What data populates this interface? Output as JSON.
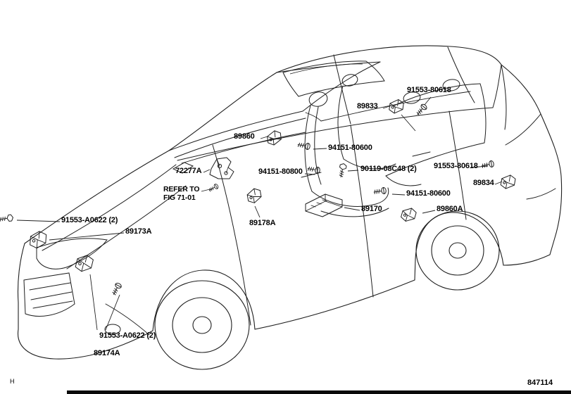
{
  "footer": {
    "doc_number": "847114",
    "sheet_mark": "H"
  },
  "note": {
    "line1": "REFER TO",
    "line2": "FIG 71-01"
  },
  "labels": {
    "bolt_91553_80618_top": "91553-80618",
    "sensor_89833": "89833",
    "sensor_89860": "89860",
    "screw_94151_80600_upper": "94151-80600",
    "bracket_72277A": "72277A",
    "screw_94151_80800": "94151-80800",
    "bolt_90119_08C48": "90119-08C48 (2)",
    "bolt_91553_80618_right": "91553-80618",
    "sensor_89834": "89834",
    "screw_94151_80600_lower": "94151-80600",
    "ecu_89170": "89170",
    "sensor_89860A": "89860A",
    "bolt_91553_A0622_left": "91553-A0622 (2)",
    "sensor_89173A": "89173A",
    "sensor_89178A": "89178A",
    "bolt_91553_A0622_bottom": "91553-A0622 (2)",
    "sensor_89174A": "89174A"
  },
  "icon_colors": {
    "line": "#1f1f1f"
  }
}
